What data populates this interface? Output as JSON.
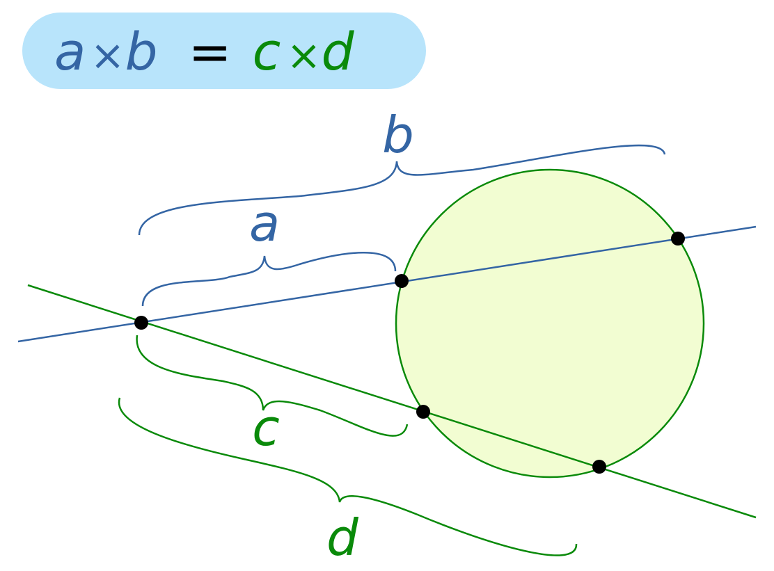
{
  "formula": {
    "a": "a",
    "times1": "×",
    "b": "b",
    "equals": "=",
    "c": "c",
    "times2": "×",
    "d": "d"
  },
  "labels": {
    "a": "a",
    "b": "b",
    "c": "c",
    "d": "d"
  },
  "colors": {
    "blue": "#3465a4",
    "green": "#0a8a0a",
    "formula_box": "#b8e4fb",
    "circle_fill": "#f2fdd2",
    "point": "#000000"
  }
}
